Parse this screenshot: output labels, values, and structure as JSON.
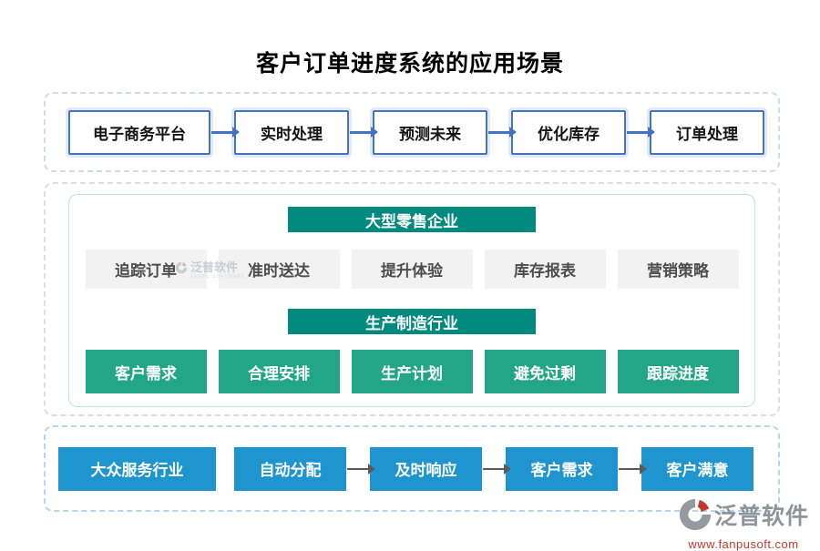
{
  "page": {
    "title": "客户订单进度系统的应用场景"
  },
  "top_flow": {
    "steps": [
      "电子商务平台",
      "实时处理",
      "预测未来",
      "优化库存",
      "订单处理"
    ]
  },
  "industry_panel": {
    "retail": {
      "header": "大型零售企业",
      "items": [
        "追踪订单",
        "准时送达",
        "提升体验",
        "库存报表",
        "营销策略"
      ]
    },
    "manufacturing": {
      "header": "生产制造行业",
      "items": [
        "客户需求",
        "合理安排",
        "生产计划",
        "避免过剩",
        "跟踪进度"
      ]
    }
  },
  "service_flow": {
    "steps": [
      "大众服务行业",
      "自动分配",
      "及时响应",
      "客户需求",
      "客户满意"
    ]
  },
  "watermark": {
    "name": "泛普软件",
    "subtitle": "FANPU SOFTWARE"
  },
  "brand": {
    "name": "泛普软件",
    "website": "www.fanpusoft.com"
  },
  "colors": {
    "flow_border_blue": "#4472C4",
    "teal_header": "#00897E",
    "green_box": "#23A687",
    "blue_box": "#1E95CE",
    "gray_box_bg": "#F2F2F2",
    "gray_arrow": "#5a5a5a",
    "brand_red": "#c4392b"
  }
}
